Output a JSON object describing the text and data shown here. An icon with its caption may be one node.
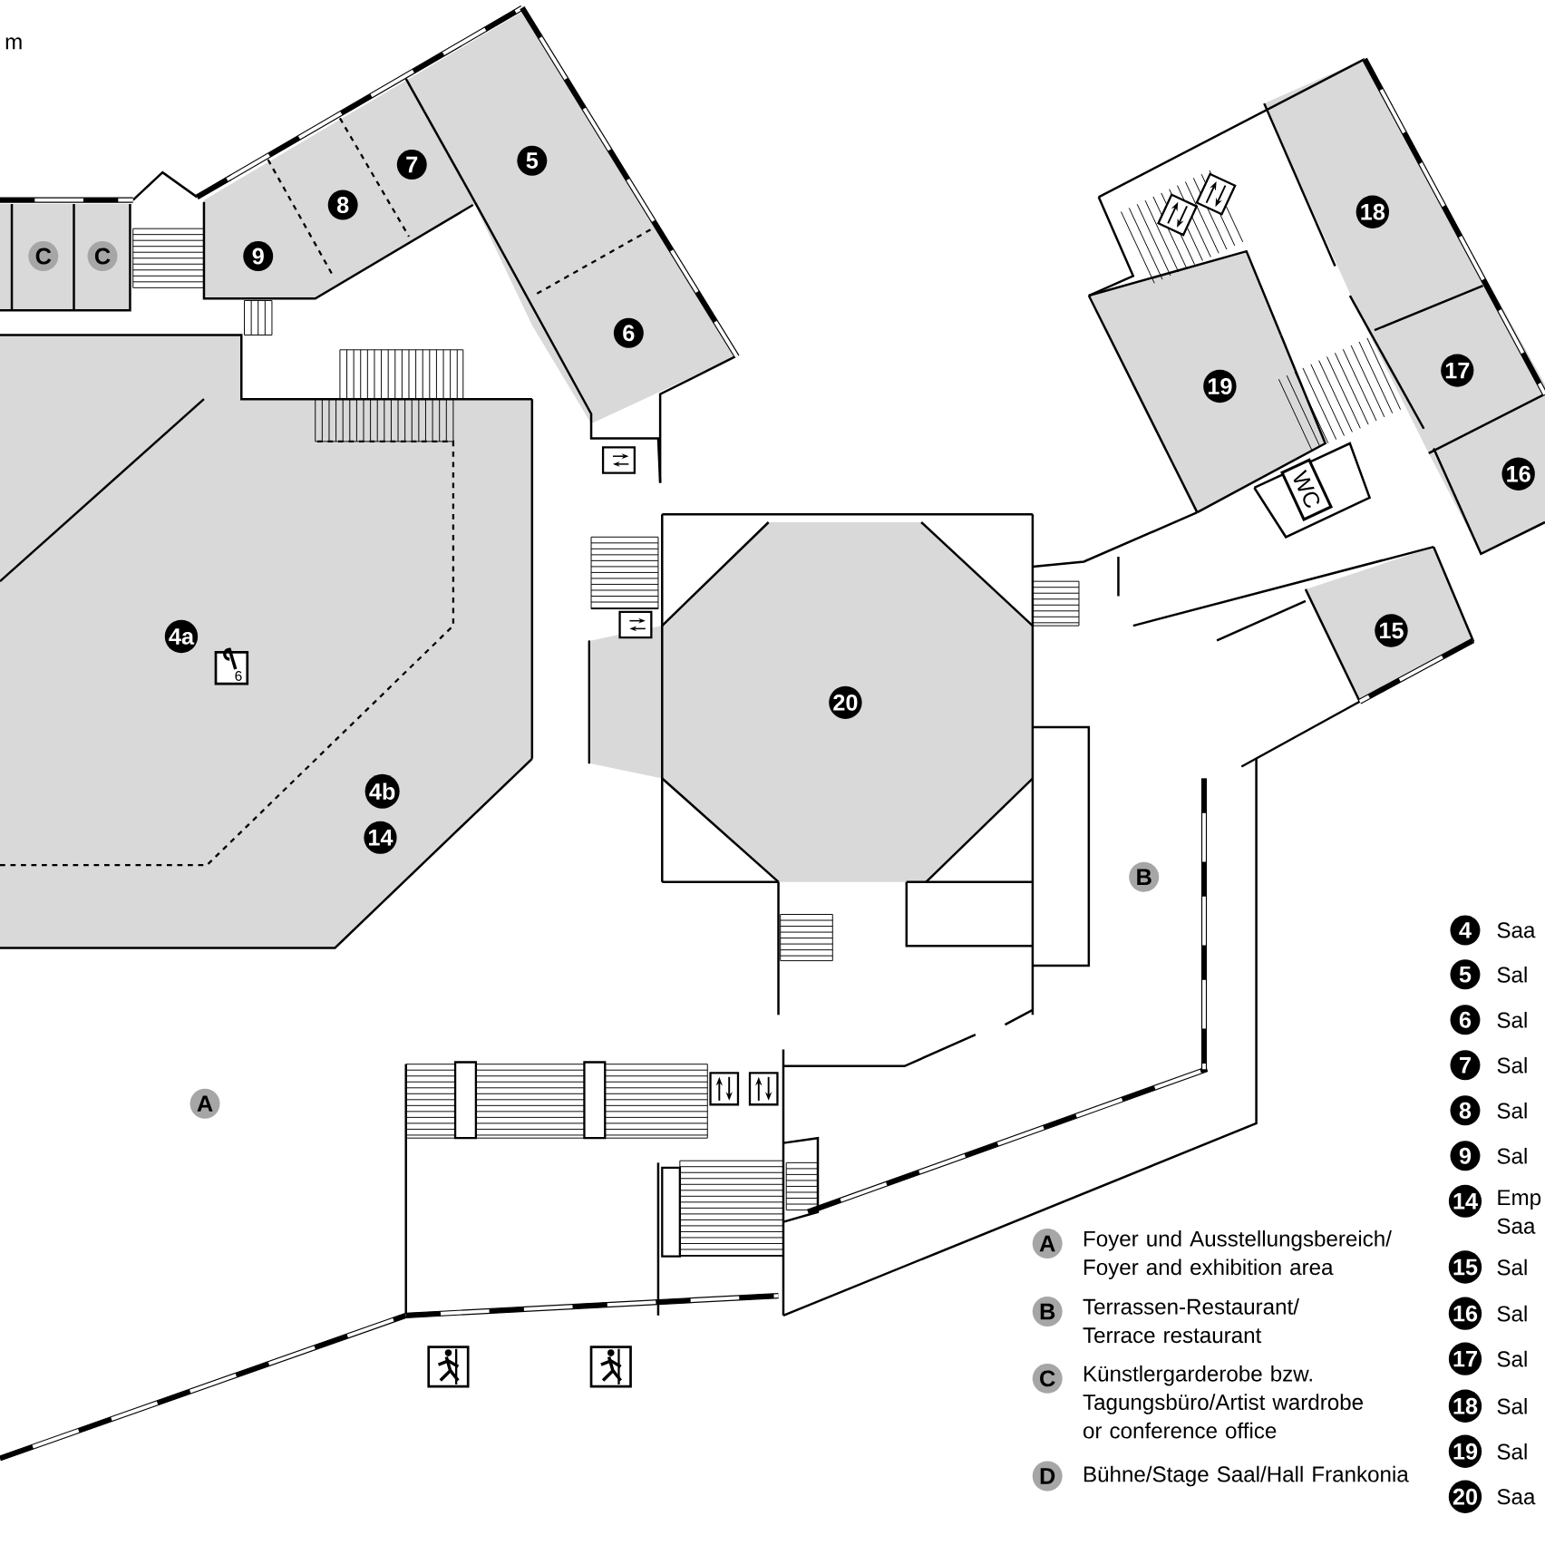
{
  "diagram": {
    "labels": [
      "m",
      "7",
      "5",
      "8",
      "18",
      "C",
      "C",
      "9",
      "6",
      "17",
      "19",
      "16",
      "WC",
      "4a",
      "15",
      "6",
      "20",
      "4b",
      "14",
      "B",
      "A",
      "4",
      "Saa",
      "5",
      "Sal",
      "6",
      "Sal",
      "7",
      "Sal",
      "8",
      "Sal",
      "9",
      "Sal",
      "14",
      "Emp Saa",
      "15",
      "Sal",
      "16",
      "Sal",
      "17",
      "Sal",
      "18",
      "Sal",
      "19",
      "Sal",
      "20",
      "Saa",
      "A",
      "Foyer und Ausstellungsbereich/ Foyer and exhibition area",
      "B",
      "Terrassen-Restaurant/ Terrace restaurant",
      "C",
      "Künstlergarderobe bzw. Tagungsbüro/Artist wardrobe or conference office",
      "D",
      "Bühne/Stage Saal/Hall Frankonia"
    ]
  }
}
